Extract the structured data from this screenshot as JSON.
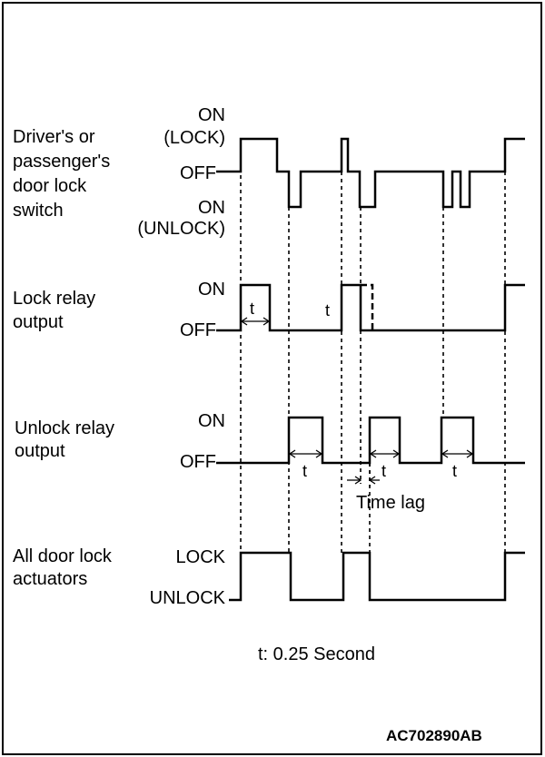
{
  "rows": {
    "switch": {
      "label": [
        "Driver's or",
        "passenger's",
        "door lock",
        "switch"
      ],
      "states": [
        "ON",
        "(LOCK)",
        "OFF",
        "ON",
        "(UNLOCK)"
      ]
    },
    "lock_relay": {
      "label": [
        "Lock relay",
        "output"
      ],
      "states": [
        "ON",
        "OFF"
      ]
    },
    "unlock_relay": {
      "label": [
        "Unlock relay",
        "output"
      ],
      "states": [
        "ON",
        "OFF"
      ]
    },
    "actuators": {
      "label": [
        "All door lock",
        "actuators"
      ],
      "states": [
        "LOCK",
        "UNLOCK"
      ]
    }
  },
  "t_label": "t",
  "time_lag_label": "Time lag",
  "footnote": "t: 0.25 Second",
  "figure_code": "AC702890AB"
}
